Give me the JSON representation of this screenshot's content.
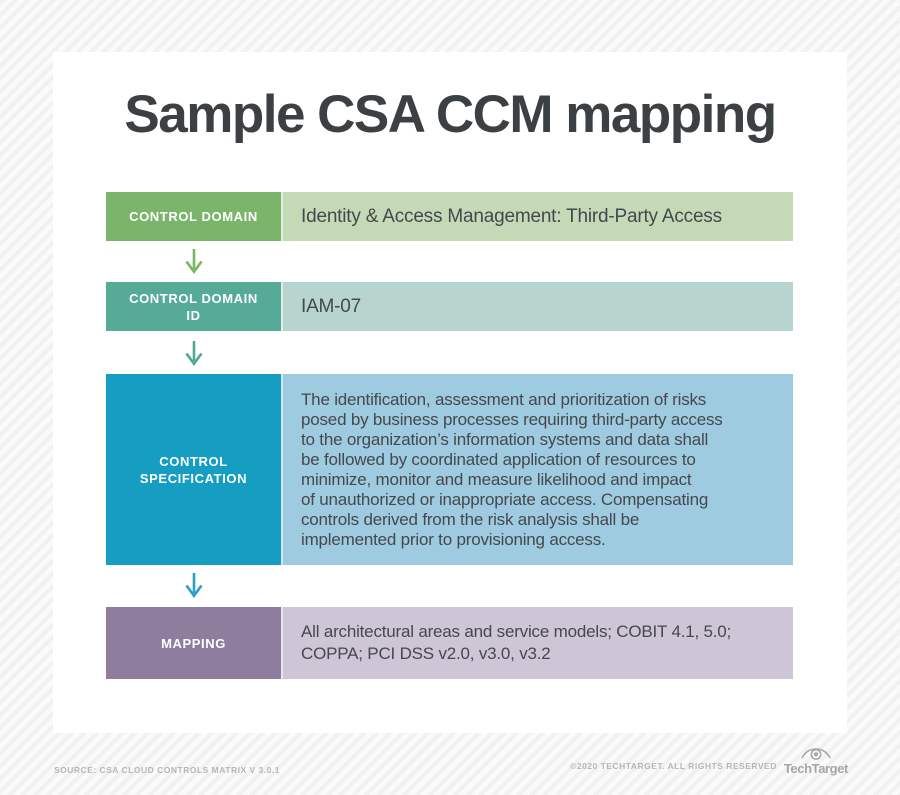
{
  "title": "Sample CSA CCM mapping",
  "diagram": {
    "rows": [
      {
        "label": "CONTROL DOMAIN",
        "value": "Identity & Access Management: Third-Party Access"
      },
      {
        "label": "CONTROL DOMAIN ID",
        "value": "IAM-07"
      },
      {
        "label": "CONTROL SPECIFICATION",
        "value": "The identification, assessment and prioritization of risks\nposed by business processes requiring third-party access\nto the organization’s information systems and data shall\nbe followed by coordinated application of resources to\nminimize, monitor and measure likelihood and impact\nof unauthorized or inappropriate access. Compensating\ncontrols derived from the risk analysis shall be\nimplemented prior to provisioning access."
      },
      {
        "label": "MAPPING",
        "value": "All architectural areas and service models; COBIT 4.1, 5.0;\nCOPPA; PCI DSS v2.0, v3.0, v3.2"
      }
    ],
    "arrow_icon": "down-arrow"
  },
  "colors": {
    "row1_label_bg": "#7bb56c",
    "row1_value_bg": "#c4dab6",
    "row2_label_bg": "#55aa98",
    "row2_value_bg": "#b8d4ce",
    "row3_label_bg": "#169dc2",
    "row3_value_bg": "#9ecbe0",
    "row4_label_bg": "#8f7d9e",
    "row4_value_bg": "#cec5d6",
    "arrow1": "#7ab566",
    "arrow2": "#4fa893",
    "arrow3": "#2aa0c6",
    "title_text": "#3d4043",
    "body_text": "#45484c",
    "label_text": "#ffffff",
    "footer_text": "#b6b6b6",
    "logo": "#a6a6a6"
  },
  "footer": {
    "source": "SOURCE: CSA CLOUD CONTROLS MATRIX V 3.0.1",
    "copyright": "©2020 TECHTARGET. ALL RIGHTS RESERVED",
    "logo_text": "TechTarget"
  }
}
